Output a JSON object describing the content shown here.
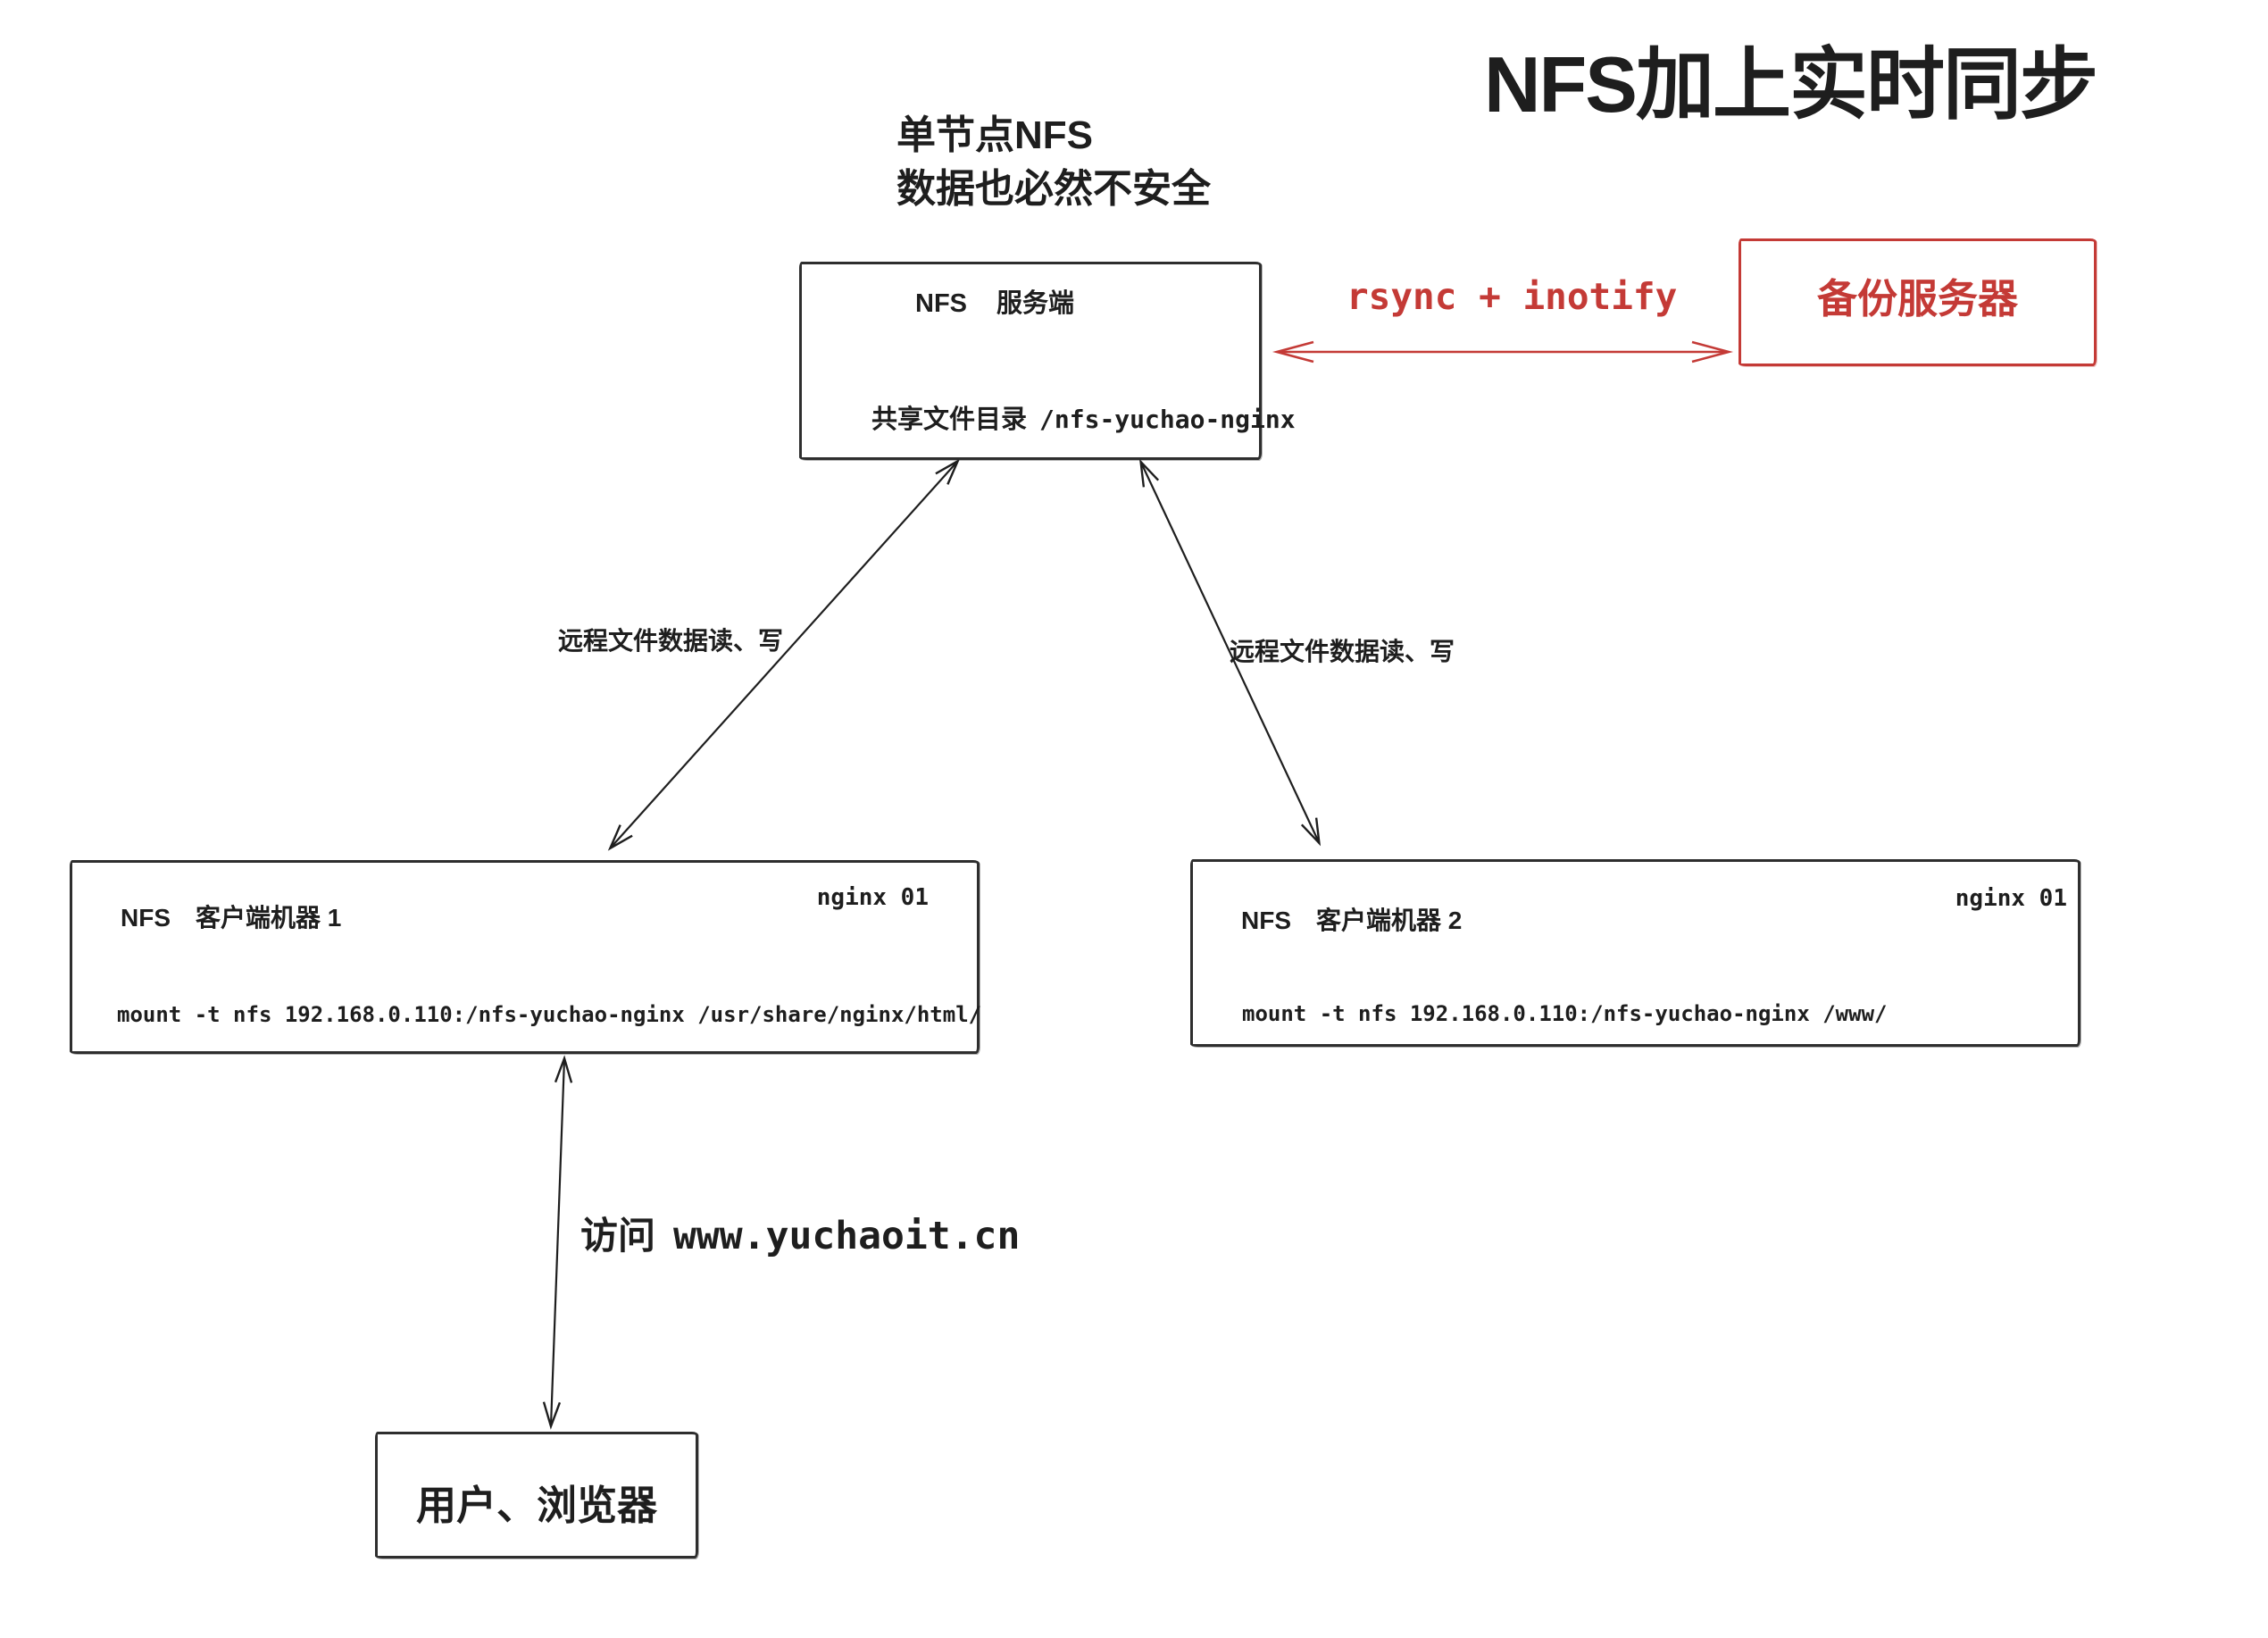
{
  "title": "NFS加上实时同步",
  "note": {
    "line1": "单节点NFS",
    "line2": "数据也必然不安全"
  },
  "server_box": {
    "name_nfs": "NFS",
    "name_role": "服务端",
    "share_label": "共享文件目录",
    "share_path": "/nfs-yuchao-nginx"
  },
  "sync_link": {
    "label": "rsync + inotify"
  },
  "backup_box": {
    "label": "备份服务器"
  },
  "client1_box": {
    "name_nfs": "NFS",
    "name_role": "客户端机器 1",
    "badge": "nginx 01",
    "mount_cmd": "mount -t nfs 192.168.0.110:/nfs-yuchao-nginx /usr/share/nginx/html/"
  },
  "client2_box": {
    "name_nfs": "NFS",
    "name_role": "客户端机器 2",
    "badge": "nginx 01",
    "mount_cmd": "mount -t nfs 192.168.0.110:/nfs-yuchao-nginx /www/"
  },
  "edge_labels": {
    "client1": "远程文件数据读、写",
    "client2": "远程文件数据读、写",
    "access_prefix": "访问",
    "access_url": "www.yuchaoit.cn"
  },
  "user_box": {
    "label": "用户、浏览器"
  },
  "colors": {
    "ink": "#1e1e1e",
    "accent_red": "#c43a36"
  }
}
